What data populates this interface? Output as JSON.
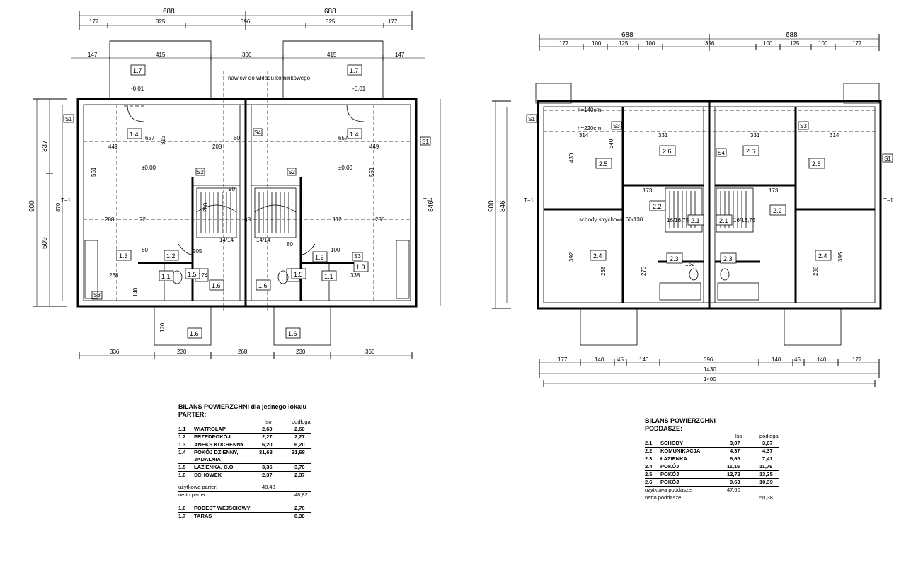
{
  "ground_floor": {
    "overall_dims": [
      "688",
      "688"
    ],
    "top_dims": [
      "177",
      "325",
      "396",
      "325",
      "177"
    ],
    "terrace_dims": [
      "147",
      "415",
      "306",
      "415",
      "147"
    ],
    "bottom_dims": [
      "336",
      "230",
      "268",
      "230",
      "366"
    ],
    "left_dims": [
      "900",
      "337",
      "509",
      "870"
    ],
    "right_dims": [
      "846"
    ],
    "section_marks": [
      "T−1",
      "T−1",
      "S1",
      "S1",
      "S2",
      "S2",
      "S3",
      "S3",
      "S4"
    ],
    "room_tags": [
      "1.7",
      "1.7",
      "1.4",
      "1.4",
      "1.3",
      "1.3",
      "1.2",
      "1.2",
      "1.1",
      "1.1",
      "1.5",
      "1.5",
      "1.6",
      "1.6",
      "1.6",
      "1.6"
    ],
    "inner_labels": [
      "657",
      "449",
      "313",
      "208",
      "657",
      "449",
      "561",
      "561",
      "±0,00",
      "±0,00",
      "-0,01",
      "-0,01",
      "208",
      "72",
      "112",
      "238",
      "268",
      "174",
      "338",
      "200",
      "50",
      "38",
      "60",
      "100",
      "90",
      "80",
      "205",
      "140",
      "120",
      "14/14",
      "14/14"
    ],
    "note": "nawiew do wkładu kominkowego"
  },
  "upper_floor": {
    "overall_dims": [
      "688",
      "688"
    ],
    "top_dims": [
      "177",
      "100",
      "125",
      "100",
      "396",
      "100",
      "125",
      "100",
      "177"
    ],
    "bottom_dims": [
      "177",
      "140",
      "45",
      "140",
      "396",
      "140",
      "45",
      "140",
      "177"
    ],
    "total_dims": [
      "1430",
      "1400"
    ],
    "left_dims": [
      "900",
      "846"
    ],
    "section_marks": [
      "T−1",
      "T−1",
      "S1",
      "S1",
      "S3",
      "S3",
      "S4"
    ],
    "room_tags": [
      "2.5",
      "2.5",
      "2.6",
      "2.6",
      "2.1",
      "2.1",
      "2.2",
      "2.2",
      "2.3",
      "2.3",
      "2.4",
      "2.4"
    ],
    "inner_labels": [
      "331",
      "331",
      "314",
      "314",
      "430",
      "340",
      "392",
      "395",
      "173",
      "173",
      "238",
      "238",
      "273",
      "152",
      "h=140cm",
      "h=220cm",
      "schody strychowe 60/130",
      "16/16,75",
      "16/16,75"
    ]
  },
  "table_ground": {
    "title": "BILANS POWIERZCHNI dla jednego lokalu",
    "subtitle": "PARTER:",
    "col1": "lso",
    "col2": "podłoga",
    "rows": [
      {
        "no": "1.1",
        "name": "WIATROŁAP",
        "a": "2,60",
        "b": "2,60"
      },
      {
        "no": "1.2",
        "name": "PRZEDPOKÓJ",
        "a": "2,27",
        "b": "2,27"
      },
      {
        "no": "1.3",
        "name": "ANEKS KUCHENNY",
        "a": "6,20",
        "b": "6,20"
      },
      {
        "no": "1.4",
        "name": "POKÓJ DZIENNY,",
        "a": "31,68",
        "b": "31,68"
      },
      {
        "no": "",
        "name": "JADALNIA",
        "a": "",
        "b": ""
      },
      {
        "no": "1.5",
        "name": "ŁAZIENKA, C.O.",
        "a": "3,36",
        "b": "3,70"
      },
      {
        "no": "1.6",
        "name": "SCHOWEK",
        "a": "2,37",
        "b": "2,37"
      }
    ],
    "sum1_label": "użytkowa parter:",
    "sum1_value": "48,48",
    "sum2_label": "netto parter:",
    "sum2_value": "48,82",
    "extra": [
      {
        "no": "1.6",
        "name": "PODEST WEJŚCIOWY",
        "b": "2,76"
      },
      {
        "no": "1.7",
        "name": "TARAS",
        "b": "8,30"
      }
    ]
  },
  "table_upper": {
    "title": "BILANS POWIERZCHNI",
    "subtitle": "PODDASZE:",
    "col1": "lso",
    "col2": "podłoga",
    "rows": [
      {
        "no": "2.1",
        "name": "SCHODY",
        "a": "3,07",
        "b": "3,07"
      },
      {
        "no": "2.2",
        "name": "KOMUNIKACJA",
        "a": "4,37",
        "b": "4,37"
      },
      {
        "no": "2.3",
        "name": "ŁAZIENKA",
        "a": "6,65",
        "b": "7,41"
      },
      {
        "no": "2.4",
        "name": "POKÓJ",
        "a": "11,16",
        "b": "11,79"
      },
      {
        "no": "2.5",
        "name": "POKÓJ",
        "a": "12,72",
        "b": "13,35"
      },
      {
        "no": "2.6",
        "name": "POKÓJ",
        "a": "9,63",
        "b": "10,39"
      }
    ],
    "sum1_label": "użytkowa poddasze:",
    "sum1_value": "47,60",
    "sum2_label": "netto poddasze:",
    "sum2_value": "50,38"
  }
}
